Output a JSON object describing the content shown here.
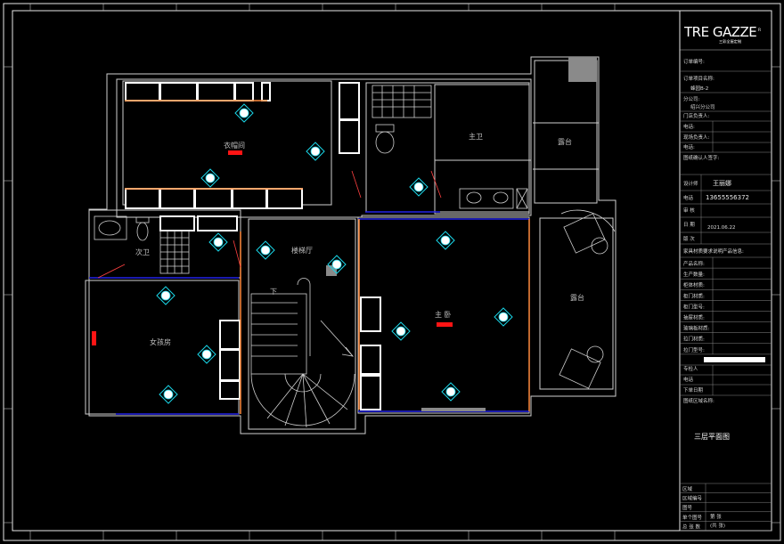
{
  "brand": {
    "name": "TRE GAZZE",
    "sub": "三彩全屋定制",
    "mark": "R"
  },
  "title_block": {
    "order_no_label": "订单编号:",
    "project_label": "订单项目名称:",
    "project_value": "蜂园B-2",
    "branch_label": "分公司:",
    "branch_value": "绍兴分公司",
    "store_owner_label": "门店负责人:",
    "phone1_label": "电话:",
    "site_owner_label": "现场负责人:",
    "phone2_label": "电话:",
    "confirm_label": "图纸确认人签字:",
    "designer_label": "设计师",
    "designer_value": "王丽娜",
    "phone3_label": "电话",
    "phone3_value": "13655556372",
    "reviewer_label": "审 核",
    "date_label": "日 期",
    "date_value": "2021.06.22",
    "version_label": "版 次",
    "product_info_label": "家具材质要求说明产品信息:",
    "product_rows": [
      "产品名称:",
      "生产数量:",
      "柜体材质:",
      "柜门材质:",
      "柜门型号:",
      "抽屉材质:",
      "玻璃板材质:",
      "拉门材质:",
      "拉门型号:"
    ],
    "owner_label": "专检人",
    "phone4_label": "电话",
    "order_date_label": "下单日期",
    "drawing_name_label": "图纸区域名称:",
    "drawing_name_value": "三层平面图",
    "bottom_rows": [
      "区域",
      "区域编号",
      "图号",
      "单个图号",
      "总 张 数"
    ],
    "sheet_label": "第  张",
    "total_label": "(共  张)"
  },
  "rooms": [
    {
      "name": "衣帽间"
    },
    {
      "name": "主卫"
    },
    {
      "name": "露台"
    },
    {
      "name": "次卫"
    },
    {
      "name": "楼梯厅"
    },
    {
      "name": "主 卧"
    },
    {
      "name": "女孩房"
    },
    {
      "name": "露台"
    }
  ],
  "stair_label": "下",
  "colors": {
    "wall": "#cfcfcf",
    "accent_blue": "#2323e8",
    "accent_orange": "#ff8a3d",
    "accent_red": "#ff1414",
    "tag_cyan": "#19d6e8",
    "background": "#000000",
    "frame": "#ffffff"
  }
}
